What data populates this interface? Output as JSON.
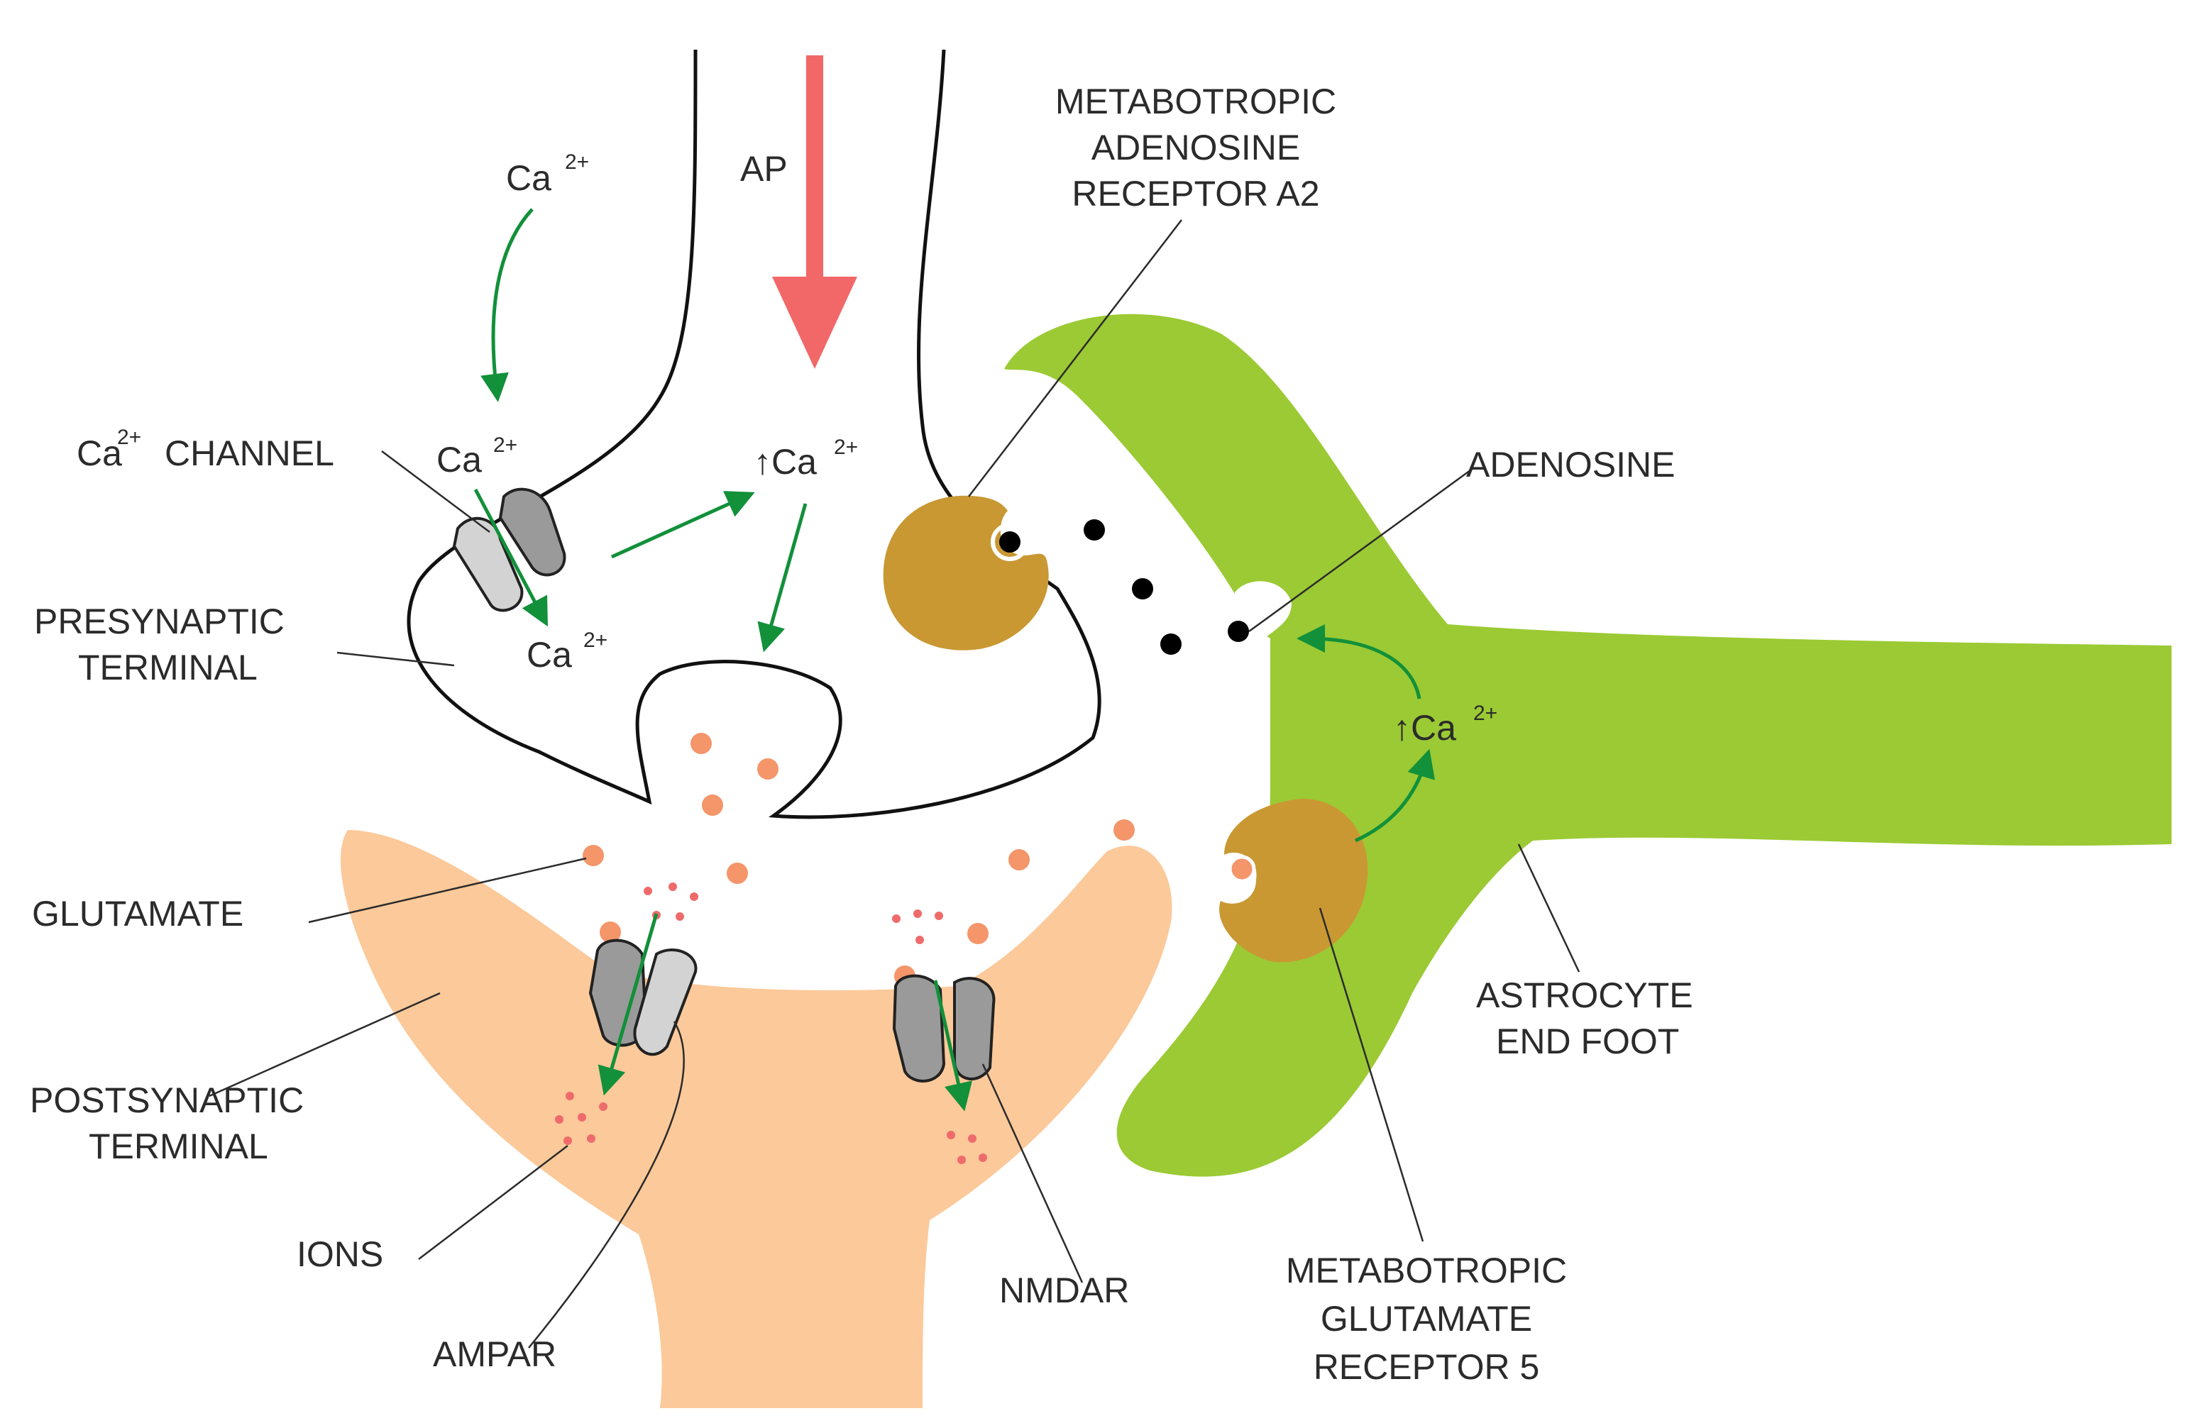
{
  "labels": {
    "ap": "AP",
    "ca_top": "Ca",
    "ca_sup": "2+",
    "ca_channel": "CHANNEL",
    "ca_channel_prefix": "Ca",
    "ca_in_channel": "Ca",
    "ca_below_channel": "Ca",
    "up_ca_pre": "↑Ca",
    "up_ca_astro": "↑Ca",
    "presynaptic": [
      "PRESYNAPTIC",
      "TERMINAL"
    ],
    "postsynaptic": [
      "POSTSYNAPTIC",
      "TERMINAL"
    ],
    "glutamate": "GLUTAMATE",
    "ions": "IONS",
    "ampar": "AMPAR",
    "nmdar": "NMDAR",
    "adenosine": "ADENOSINE",
    "astrocyte": [
      "ASTROCYTE",
      "END FOOT"
    ],
    "a2": [
      "METABOTROPIC",
      "ADENOSINE",
      "RECEPTOR A2"
    ],
    "mglur5": [
      "METABOTROPIC",
      "GLUTAMATE",
      "RECEPTOR 5"
    ]
  },
  "colors": {
    "astrocyte": "#9bca34",
    "postsynaptic": "#fcc99a",
    "receptor": "#c99833",
    "glutamate": "#f4956a",
    "ion": "#ef6b6b",
    "arrow_green": "#12903a",
    "ap_arrow": "#f26767",
    "channel_light": "#d3d3d3",
    "channel_dark": "#9a9a9a"
  }
}
